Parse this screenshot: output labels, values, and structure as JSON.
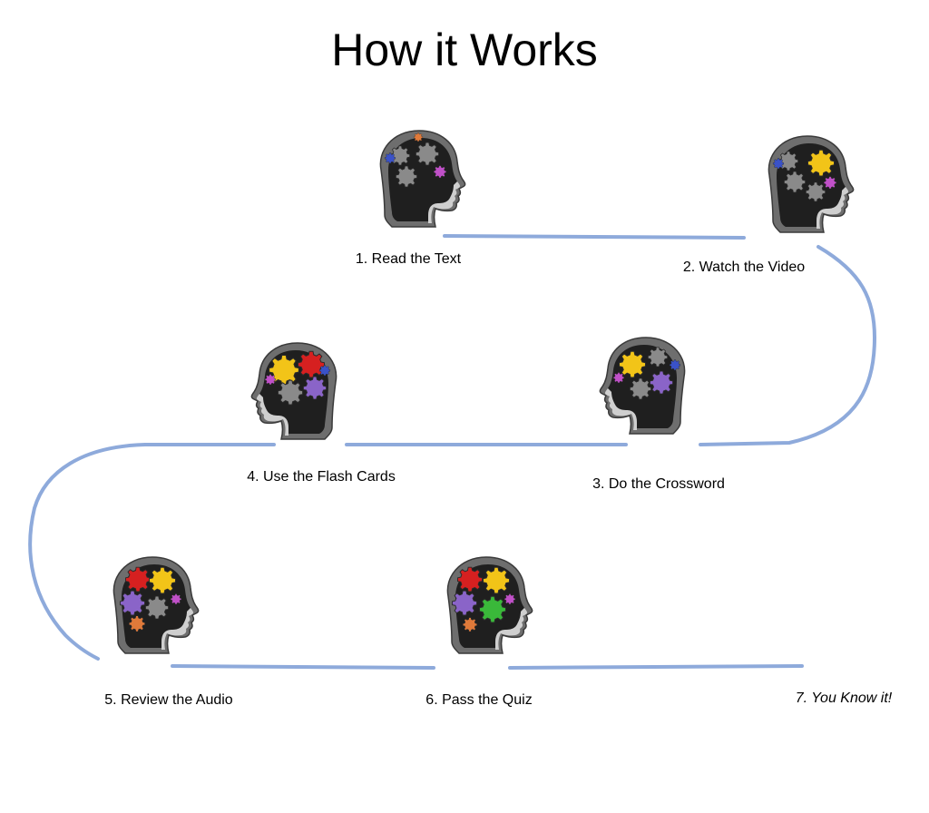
{
  "title": "How it Works",
  "colors": {
    "path": "#8eaadb",
    "gear_red": "#d62020",
    "gear_yellow": "#f2c418",
    "gear_gray": "#8a8a8a",
    "gear_blue": "#3a52c8",
    "gear_purple": "#8a64c8",
    "gear_magenta": "#c050c8",
    "gear_orange": "#e07a3a",
    "gear_green": "#3ab83a"
  },
  "steps": [
    {
      "label": "1. Read the Text",
      "icon": "head-with-gears-icon",
      "gears": [
        "gear_gray",
        "gear_gray",
        "gear_gray",
        "gear_blue",
        "gear_magenta",
        "gear_orange"
      ]
    },
    {
      "label": "2. Watch the Video",
      "icon": "head-with-gears-icon",
      "gears": [
        "gear_gray",
        "gear_yellow",
        "gear_gray",
        "gear_blue",
        "gear_magenta",
        "gear_gray"
      ]
    },
    {
      "label": "3. Do the Crossword",
      "icon": "head-with-gears-icon",
      "gears": [
        "gear_yellow",
        "gear_gray",
        "gear_purple",
        "gear_blue",
        "gear_magenta",
        "gear_gray"
      ]
    },
    {
      "label": "4. Use the Flash Cards",
      "icon": "head-with-gears-icon",
      "gears": [
        "gear_yellow",
        "gear_red",
        "gear_purple",
        "gear_gray",
        "gear_magenta",
        "gear_blue"
      ]
    },
    {
      "label": "5. Review the Audio",
      "icon": "head-with-gears-icon",
      "gears": [
        "gear_red",
        "gear_yellow",
        "gear_purple",
        "gear_gray",
        "gear_magenta",
        "gear_orange"
      ]
    },
    {
      "label": "6. Pass the Quiz",
      "icon": "head-with-gears-icon",
      "gears": [
        "gear_red",
        "gear_yellow",
        "gear_purple",
        "gear_green",
        "gear_magenta",
        "gear_orange"
      ]
    }
  ],
  "final_step": {
    "label": "7. You Know it!"
  }
}
